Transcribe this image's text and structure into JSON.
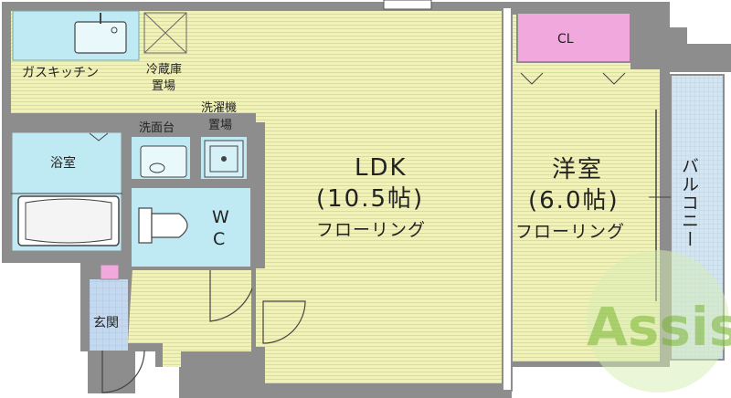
{
  "rooms": {
    "ldk": {
      "name": "LDK",
      "size": "(10.5帖)",
      "floor": "フローリング"
    },
    "western": {
      "name": "洋室",
      "size": "(6.0帖)",
      "floor": "フローリング"
    },
    "bath": {
      "name": "浴室"
    },
    "wc": {
      "line1": "W",
      "line2": "C"
    },
    "entrance": {
      "name": "玄関"
    },
    "closet": {
      "name": "CL"
    },
    "balcony": {
      "name": "バルコニー"
    }
  },
  "fixtures": {
    "kitchen": "ガスキッチン",
    "fridge_line1": "冷蔵庫",
    "fridge_line2": "置場",
    "washer_line1": "洗濯機",
    "washer_line2": "置場",
    "washstand": "洗面台"
  },
  "logo": {
    "text": "Assist"
  },
  "colors": {
    "floor": "#f1f2b8",
    "wall": "#8d8d8d",
    "wet_area": "#bfe9f3",
    "entrance": "#c4d9f0",
    "closet": "#f0a8dd",
    "balcony": "#d3e5f1"
  }
}
